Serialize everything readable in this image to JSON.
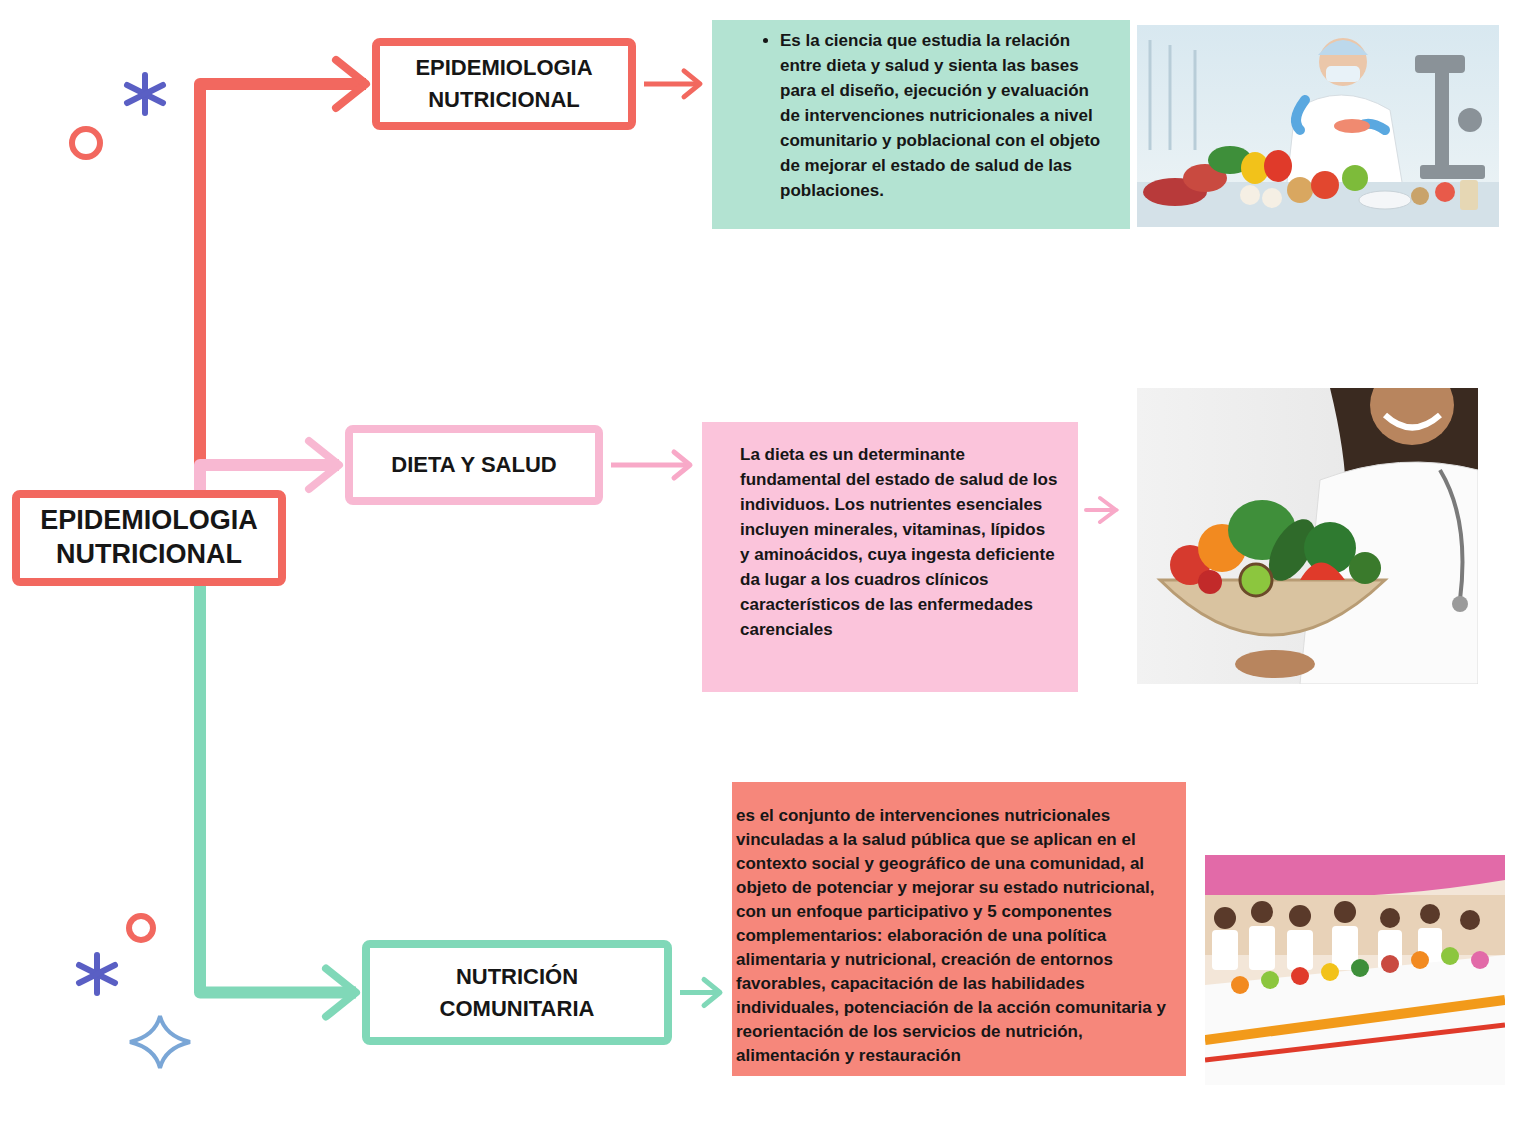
{
  "diagram": {
    "nodes": [
      {
        "text": [
          "EPIDEMIOLOGIA NUTRICIONAL"
        ]
      },
      {
        "text": [
          "EPIDEMIOLOGIA NUTRICIONAL"
        ]
      },
      {
        "text": [
          "Es la ciencia que estudia la relación entre dieta y salud y sienta las bases para el diseño, ejecución y evaluación de intervenciones nutricionales a nivel comunitario y poblacional con el objeto de mejorar el estado de salud de las poblaciones."
        ]
      },
      {
        "text": [
          "DIETA Y SALUD"
        ]
      },
      {
        "text": [
          "La dieta es un determinante fundamental del estado de salud de los individuos. Los nutrientes esenciales incluyen minerales, vitaminas, lípidos y aminoácidos, cuya ingesta deficiente da lugar a los cuadros clínicos característicos de las enfermedades carenciales"
        ]
      },
      {
        "text": [
          "NUTRICIÓN COMUNITARIA"
        ]
      },
      {
        "text": [
          "es el conjunto de intervenciones nutricionales vinculadas a la salud pública que se aplican en el contexto social y geográfico de una comunidad, al objeto de potenciar y mejorar su estado nutricional, con un enfoque participativo y 5 componentes complementarios: elaboración de una política alimentaria y nutricional, creación de entornos favorables, capacitación de las habilidades individuales, potenciación de la acción comunitaria y reorientación de los servicios de nutrición, alimentación y restauración"
        ]
      }
    ],
    "edges": [
      {
        "from": 0,
        "to": 1,
        "arrow": "to"
      },
      {
        "from": 0,
        "to": 3,
        "arrow": "to"
      },
      {
        "from": 0,
        "to": 5,
        "arrow": "to"
      },
      {
        "from": 1,
        "to": 2,
        "arrow": "to"
      },
      {
        "from": 3,
        "to": 4,
        "arrow": "to"
      },
      {
        "from": 5,
        "to": 6,
        "arrow": "to"
      }
    ]
  }
}
